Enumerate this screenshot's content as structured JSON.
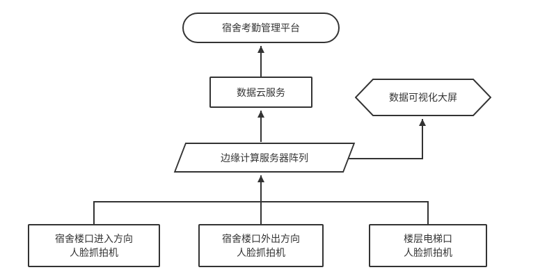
{
  "diagram": {
    "nodes": {
      "platform": {
        "label": "宿舍考勤管理平台",
        "shape": "stadium"
      },
      "cloud": {
        "label": "数据云服务",
        "shape": "rect"
      },
      "screen": {
        "label": "数据可视化大屏",
        "shape": "hexagon"
      },
      "edge": {
        "label": "边缘计算服务器阵列",
        "shape": "parallelogram"
      },
      "camera_entry": {
        "label": "宿舍楼口进入方向\n人脸抓拍机",
        "shape": "rect"
      },
      "camera_exit": {
        "label": "宿舍楼口外出方向\n人脸抓拍机",
        "shape": "rect"
      },
      "camera_elevator": {
        "label": "楼层电梯口\n人脸抓拍机",
        "shape": "rect"
      }
    },
    "edges": [
      {
        "from": "cloud",
        "to": "platform"
      },
      {
        "from": "edge",
        "to": "cloud"
      },
      {
        "from": "edge",
        "to": "screen"
      },
      {
        "from": "camera_entry",
        "to": "edge"
      },
      {
        "from": "camera_exit",
        "to": "edge"
      },
      {
        "from": "camera_elevator",
        "to": "edge"
      }
    ],
    "colors": {
      "stroke": "#333333",
      "fill": "#ffffff",
      "text": "#333333",
      "background": "#ffffff"
    }
  }
}
